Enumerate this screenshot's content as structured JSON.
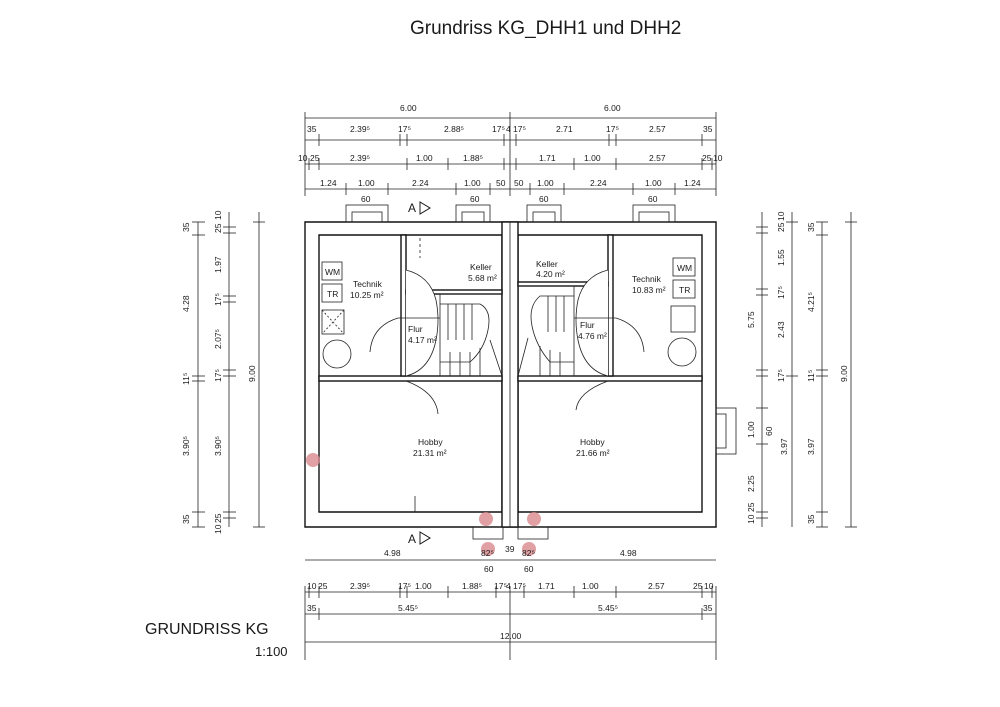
{
  "drawing": {
    "title": "Grundriss KG_DHH1 und DHH2",
    "plan_label": "GRUNDRISS KG",
    "scale": "1:100",
    "section_marker": "A"
  },
  "rooms": [
    {
      "name": "Technik",
      "area": "10.25 m²"
    },
    {
      "name": "Keller",
      "area": "5.68 m²"
    },
    {
      "name": "Flur",
      "area": "4.17 m²"
    },
    {
      "name": "Hobby",
      "area": "21.31 m²"
    },
    {
      "name": "Keller",
      "area": "4.20 m²"
    },
    {
      "name": "Technik",
      "area": "10.83 m²"
    },
    {
      "name": "Flur",
      "area": "4.76 m²"
    },
    {
      "name": "Hobby",
      "area": "21.66 m²"
    }
  ],
  "appliances": [
    "WM",
    "TR",
    "WM",
    "TR"
  ],
  "dimensions": {
    "top_total_left": "6.00",
    "top_total_right": "6.00",
    "top_row1": [
      "35",
      "2.39⁵",
      "17⁵",
      "2.88⁵",
      "17⁵",
      "4",
      "17⁵",
      "2.71",
      "17⁵",
      "2.57",
      "35"
    ],
    "top_row2": [
      "10",
      "25",
      "2.39⁵",
      "1.00",
      "1.88⁵",
      "1.71",
      "1.00",
      "2.57",
      "25",
      "10"
    ],
    "top_row3": [
      "1.24",
      "1.00",
      "2.24",
      "1.00",
      "50",
      "50",
      "1.00",
      "2.24",
      "1.00",
      "1.24"
    ],
    "window_widths_top": [
      "60",
      "60",
      "60",
      "60"
    ],
    "left_outer": [
      "35",
      "4.28",
      "11⁵",
      "3.90⁵",
      "35"
    ],
    "left_inner": [
      "25",
      "10",
      "1.97",
      "17⁵",
      "2.07⁵",
      "17⁵",
      "3.90⁵",
      "10",
      "25"
    ],
    "left_total": "9.00",
    "right_inner": [
      "25",
      "10",
      "1.55",
      "17⁵",
      "2.43",
      "17⁵",
      "1.00",
      "60",
      "2.25",
      "10",
      "25"
    ],
    "right_mid": [
      "5.75",
      "3.97"
    ],
    "right_outer": [
      "35",
      "4.21⁵",
      "11⁵",
      "3.97",
      "35"
    ],
    "right_total": "9.00",
    "bottom_parts": [
      "4.98",
      "82⁵",
      "39",
      "82⁵",
      "4.98"
    ],
    "bottom_windows": [
      "60",
      "60"
    ],
    "bottom_row1": [
      "10",
      "25",
      "2.39⁵",
      "17⁵",
      "1.00",
      "1.88⁵",
      "17⁵",
      "4",
      "17⁵",
      "1.71",
      "1.00",
      "2.57",
      "25",
      "10"
    ],
    "bottom_row2": [
      "35",
      "5.45⁵",
      "5.45⁵",
      "35"
    ],
    "bottom_total": "12.00"
  },
  "colors": {
    "line": "#1a1a1a",
    "wall_fill": "#ffffff",
    "marker": "#d9888c"
  }
}
